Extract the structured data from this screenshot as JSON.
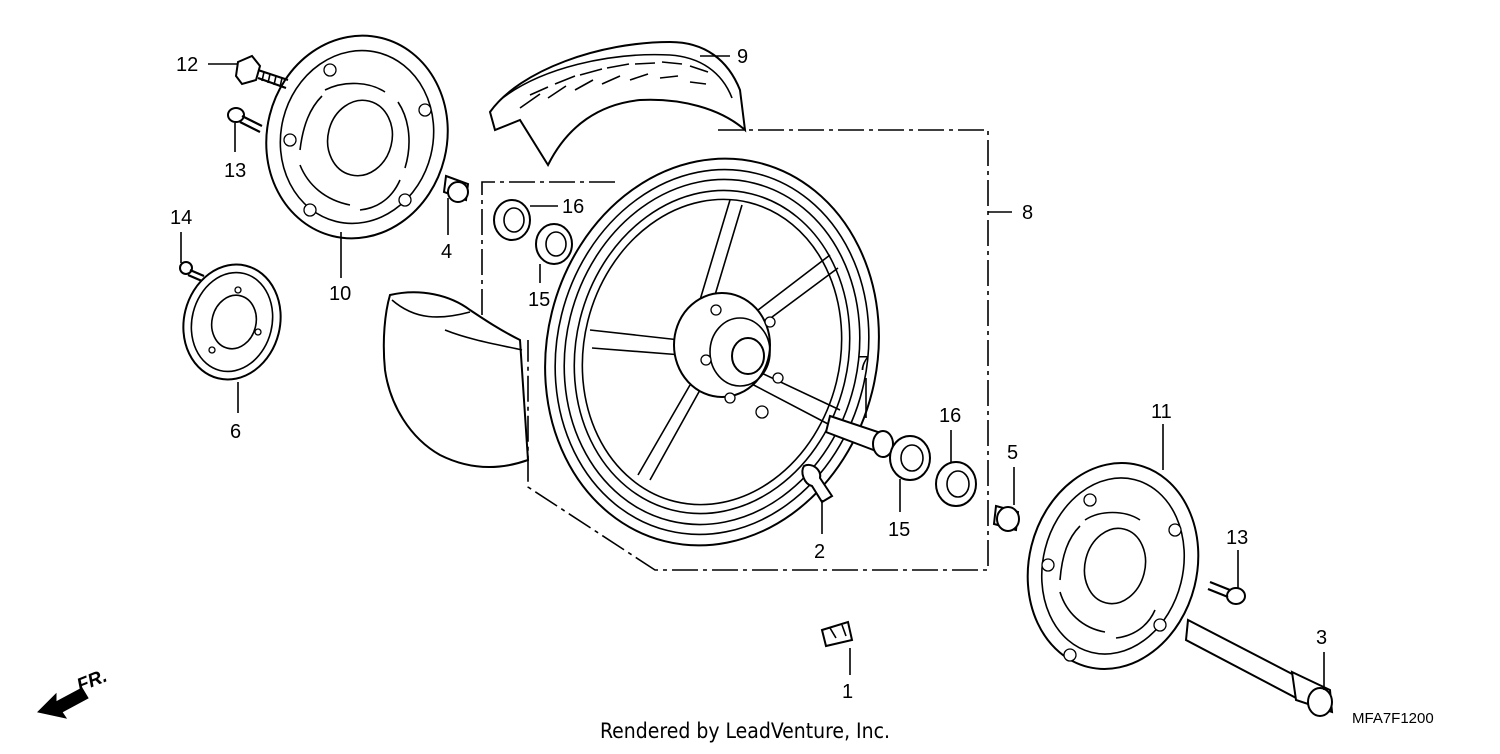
{
  "diagram": {
    "callouts": {
      "c1": "1",
      "c2": "2",
      "c3": "3",
      "c4": "4",
      "c5": "5",
      "c6": "6",
      "c7": "7",
      "c8": "8",
      "c9": "9",
      "c10": "10",
      "c11": "11",
      "c12": "12",
      "c13a": "13",
      "c13b": "13",
      "c14": "14",
      "c15a": "15",
      "c15b": "15",
      "c16a": "16",
      "c16b": "16"
    },
    "front_marker": "FR.",
    "diagram_code": "MFA7F1200",
    "credit": "Rendered by LeadVenture, Inc."
  }
}
